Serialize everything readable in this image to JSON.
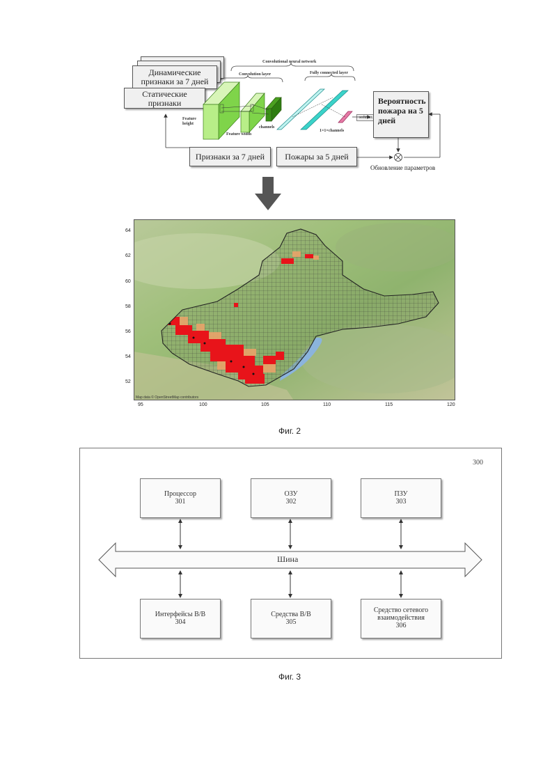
{
  "fig2": {
    "diagram": {
      "dynamic_features": "Динамические признаки за 7 дней",
      "static_features": "Статические признаки",
      "cnn_title": "Convolutional neural network",
      "conv_layer": "Convolution layer",
      "fc_layer": "Fully connected layer",
      "feature_height": "Feature height",
      "feature_width": "Feature width",
      "channels": "channels",
      "one_by_one": "1×1×channels",
      "softmax": "softmax",
      "probability": "Вероятность пожара на 5 дней",
      "features_7": "Признаки за 7 дней",
      "fires_5": "Пожары за 5 дней",
      "update_params": "Обновление параметров"
    },
    "map": {
      "y_ticks": [
        "64",
        "62",
        "60",
        "58",
        "56",
        "54",
        "52"
      ],
      "x_ticks": [
        "95",
        "100",
        "105",
        "110",
        "115",
        "120"
      ],
      "attribution": "Map data © OpenStreetMap contributors",
      "colors": {
        "high_risk": "#e8141a",
        "mid_risk": "#e9a36a",
        "grid": "#333333"
      }
    },
    "caption": "Фиг. 2"
  },
  "fig3": {
    "label": "300",
    "blocks": [
      {
        "name": "Процессор",
        "num": "301"
      },
      {
        "name": "ОЗУ",
        "num": "302"
      },
      {
        "name": "ПЗУ",
        "num": "303"
      },
      {
        "name": "Интерфейсы В/В",
        "num": "304"
      },
      {
        "name": "Средства В/В",
        "num": "305"
      },
      {
        "name": "Средство сетевого взаимодействия",
        "num": "306"
      }
    ],
    "bus": "Шина",
    "caption": "Фиг. 3"
  }
}
